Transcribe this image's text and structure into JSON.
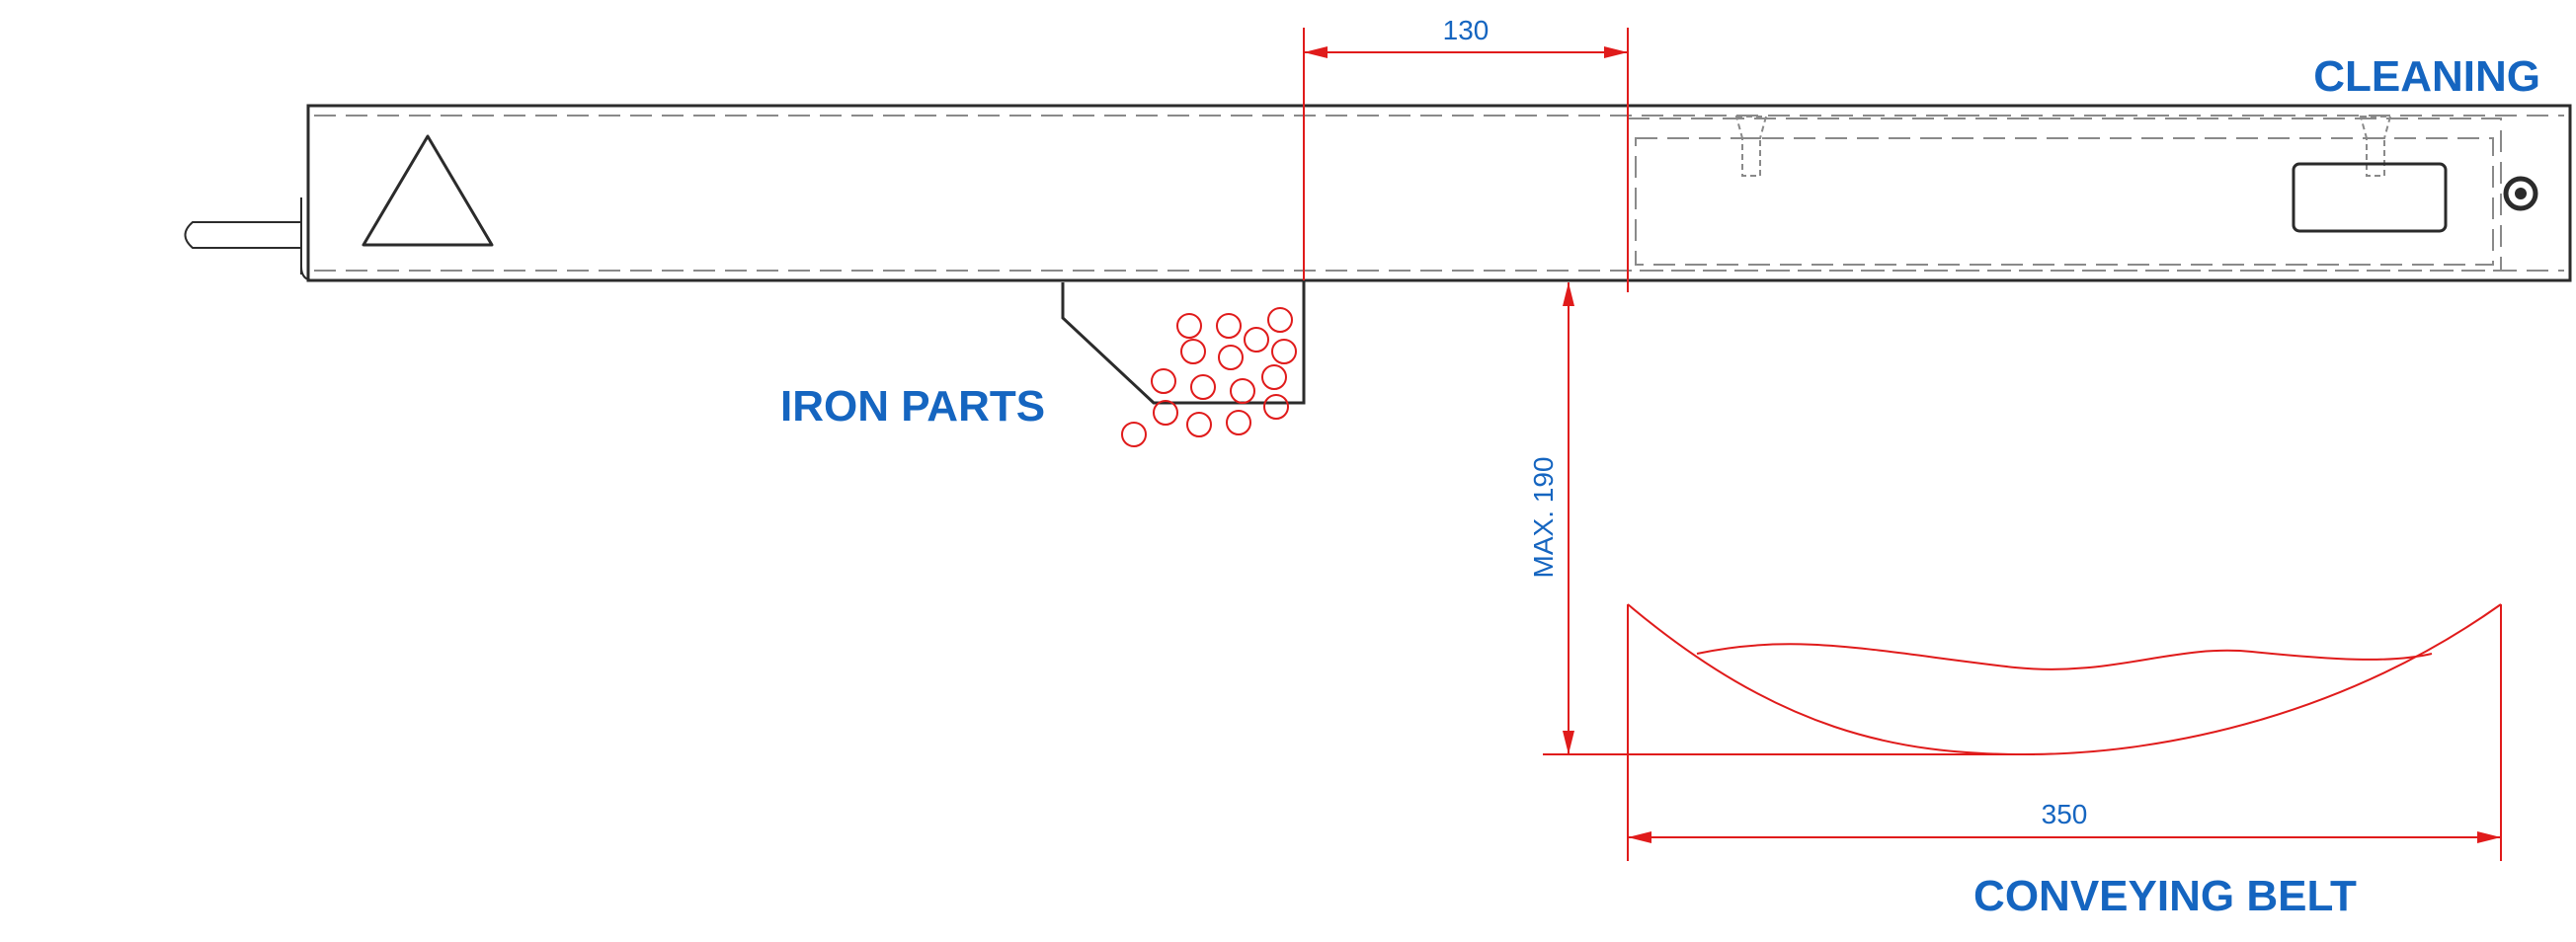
{
  "labels": {
    "cleaning": "CLEANING",
    "iron_parts": "IRON PARTS",
    "conveying_belt": "CONVEYING BELT"
  },
  "dimensions": {
    "offset": "130",
    "max_height": "MAX. 190",
    "belt_width": "350"
  },
  "colors": {
    "label": "#1565c0",
    "dimension": "#e01b1b",
    "outline": "#2b2b2b",
    "hidden_line": "#8a8a8a"
  }
}
